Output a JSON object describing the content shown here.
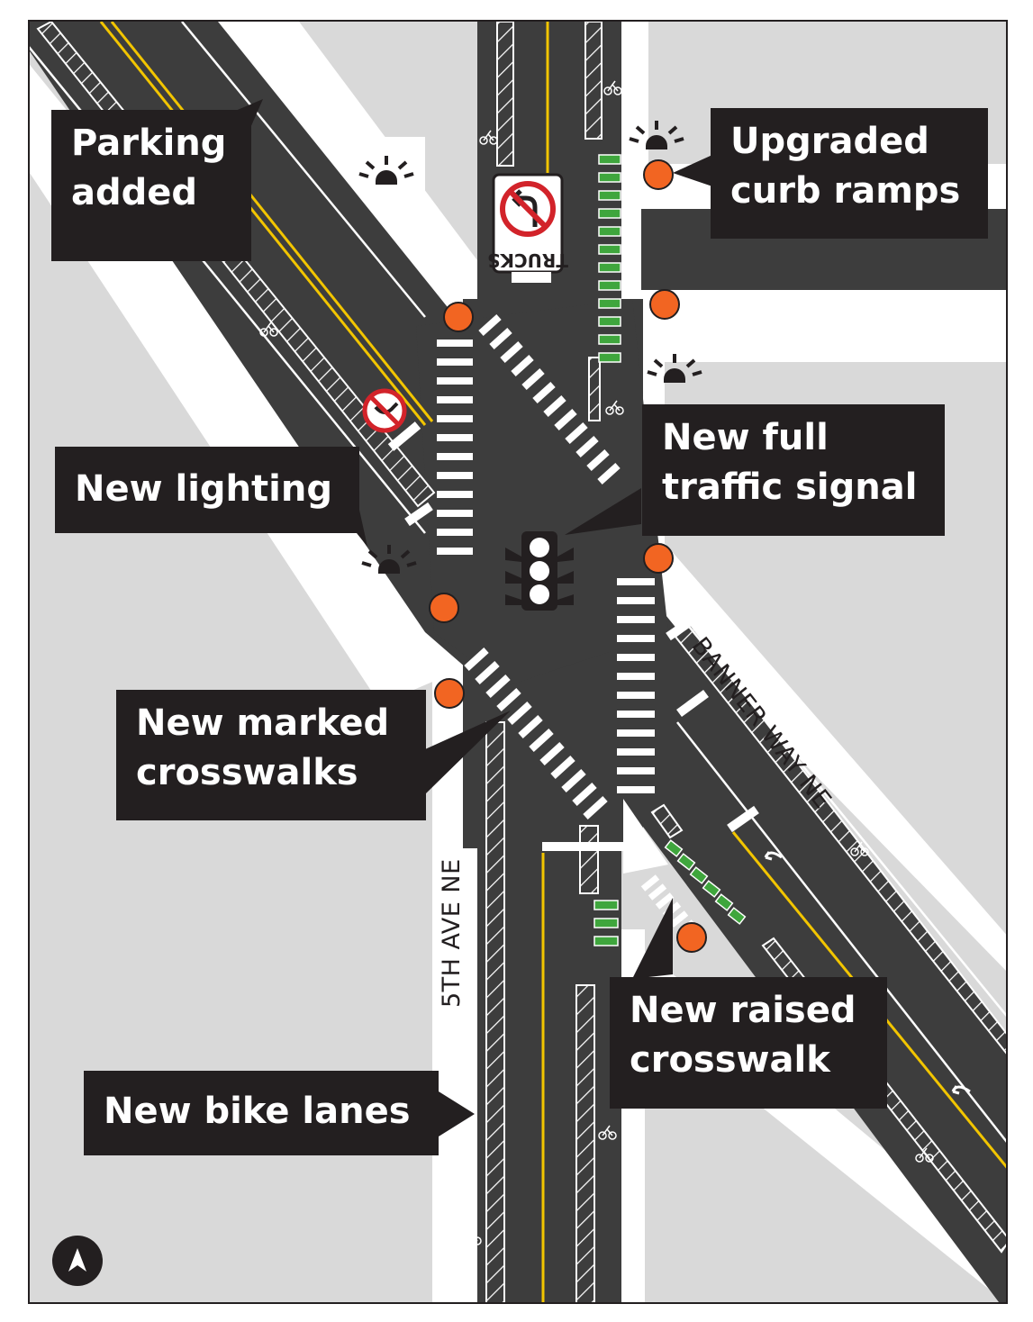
{
  "map": {
    "streets": {
      "fifth_ave": "5TH AVE NE",
      "banner_way": "BANNER WAY NE"
    },
    "sign_text": "TRUCKS",
    "colors": {
      "road": "#3d3d3d",
      "ground": "#d9d9d9",
      "sidewalk": "#ffffff",
      "callout_bg": "#231f20",
      "callout_text": "#ffffff",
      "curb_ramp_marker": "#f26522",
      "bike_crossing_marking": "#3fa63d",
      "centerline": "#f2c500",
      "no_turn_sign": "#d2232a"
    },
    "icons": {
      "lighting": "street-light-icon",
      "signal": "traffic-signal-icon",
      "north_arrow": "north-arrow-icon",
      "no_left_turn_trucks": "no-left-turn-trucks-sign-icon",
      "no_turn": "no-turn-sign-icon",
      "bike_lane_symbol": "bike-symbol-icon",
      "turn_arrow": "turn-arrow-icon",
      "curb_ramp": "curb-ramp-marker-icon"
    },
    "callouts": {
      "parking": "Parking\nadded",
      "curb_ramps": "Upgraded\ncurb ramps",
      "lighting": "New lighting",
      "signal": "New full\ntraffic signal",
      "crosswalks": "New marked\ncrosswalks",
      "raised_crosswalk": "New raised\ncrosswalk",
      "bike_lanes": "New bike lanes"
    }
  }
}
